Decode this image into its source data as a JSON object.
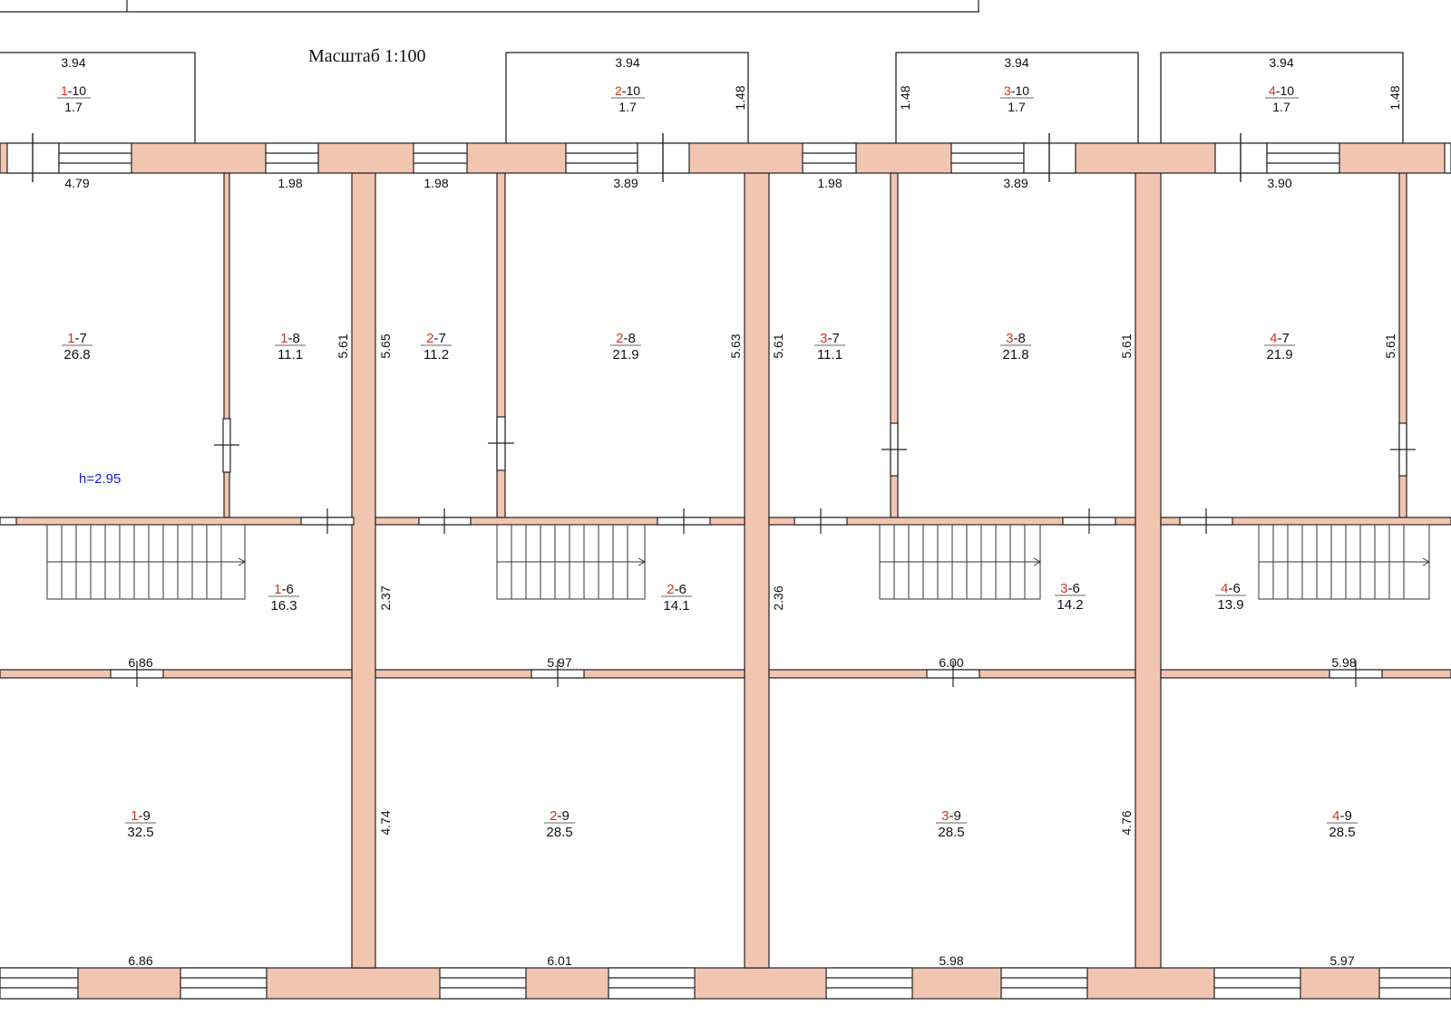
{
  "colors": {
    "wall_fill": "#f2c5b1",
    "line": "#222222",
    "room_prefix": "#d2321e",
    "height_note": "#1a1ad6"
  },
  "scale_label": "Масштаб 1:100",
  "height_note": "h=2.95",
  "balconies": [
    {
      "width": "3.94",
      "prefix": "1",
      "suffix": "-10",
      "area": "1.7",
      "depth": ""
    },
    {
      "width": "3.94",
      "prefix": "2",
      "suffix": "-10",
      "area": "1.7",
      "depth": "1.48"
    },
    {
      "width": "3.94",
      "prefix": "3",
      "suffix": "-10",
      "area": "1.7",
      "depth": "1.48"
    },
    {
      "width": "3.94",
      "prefix": "4",
      "suffix": "-10",
      "area": "1.7",
      "depth": "1.48"
    }
  ],
  "rooms": [
    {
      "id": "1-7",
      "prefix": "1",
      "suffix": "-7",
      "area": "26.8"
    },
    {
      "id": "1-8",
      "prefix": "1",
      "suffix": "-8",
      "area": "11.1"
    },
    {
      "id": "2-7",
      "prefix": "2",
      "suffix": "-7",
      "area": "11.2"
    },
    {
      "id": "2-8",
      "prefix": "2",
      "suffix": "-8",
      "area": "21.9"
    },
    {
      "id": "3-7",
      "prefix": "3",
      "suffix": "-7",
      "area": "11.1"
    },
    {
      "id": "3-8",
      "prefix": "3",
      "suffix": "-8",
      "area": "21.8"
    },
    {
      "id": "4-7",
      "prefix": "4",
      "suffix": "-7",
      "area": "21.9"
    },
    {
      "id": "1-6",
      "prefix": "1",
      "suffix": "-6",
      "area": "16.3"
    },
    {
      "id": "2-6",
      "prefix": "2",
      "suffix": "-6",
      "area": "14.1"
    },
    {
      "id": "3-6",
      "prefix": "3",
      "suffix": "-6",
      "area": "14.2"
    },
    {
      "id": "4-6",
      "prefix": "4",
      "suffix": "-6",
      "area": "13.9"
    },
    {
      "id": "1-9",
      "prefix": "1",
      "suffix": "-9",
      "area": "32.5"
    },
    {
      "id": "2-9",
      "prefix": "2",
      "suffix": "-9",
      "area": "28.5"
    },
    {
      "id": "3-9",
      "prefix": "3",
      "suffix": "-9",
      "area": "28.5"
    },
    {
      "id": "4-9",
      "prefix": "4",
      "suffix": "-9",
      "area": "28.5"
    }
  ],
  "dims_horizontal": [
    "4.79",
    "1.98",
    "1.98",
    "3.89",
    "1.98",
    "3.89",
    "3.90",
    "6.86",
    "5.97",
    "6.00",
    "5.98",
    "6.86",
    "6.01",
    "5.98",
    "5.97"
  ],
  "dims_vertical": [
    "5.61",
    "5.65",
    "5.63",
    "5.61",
    "5.61",
    "5.61",
    "2.37",
    "2.36",
    "4.74",
    "4.76"
  ]
}
